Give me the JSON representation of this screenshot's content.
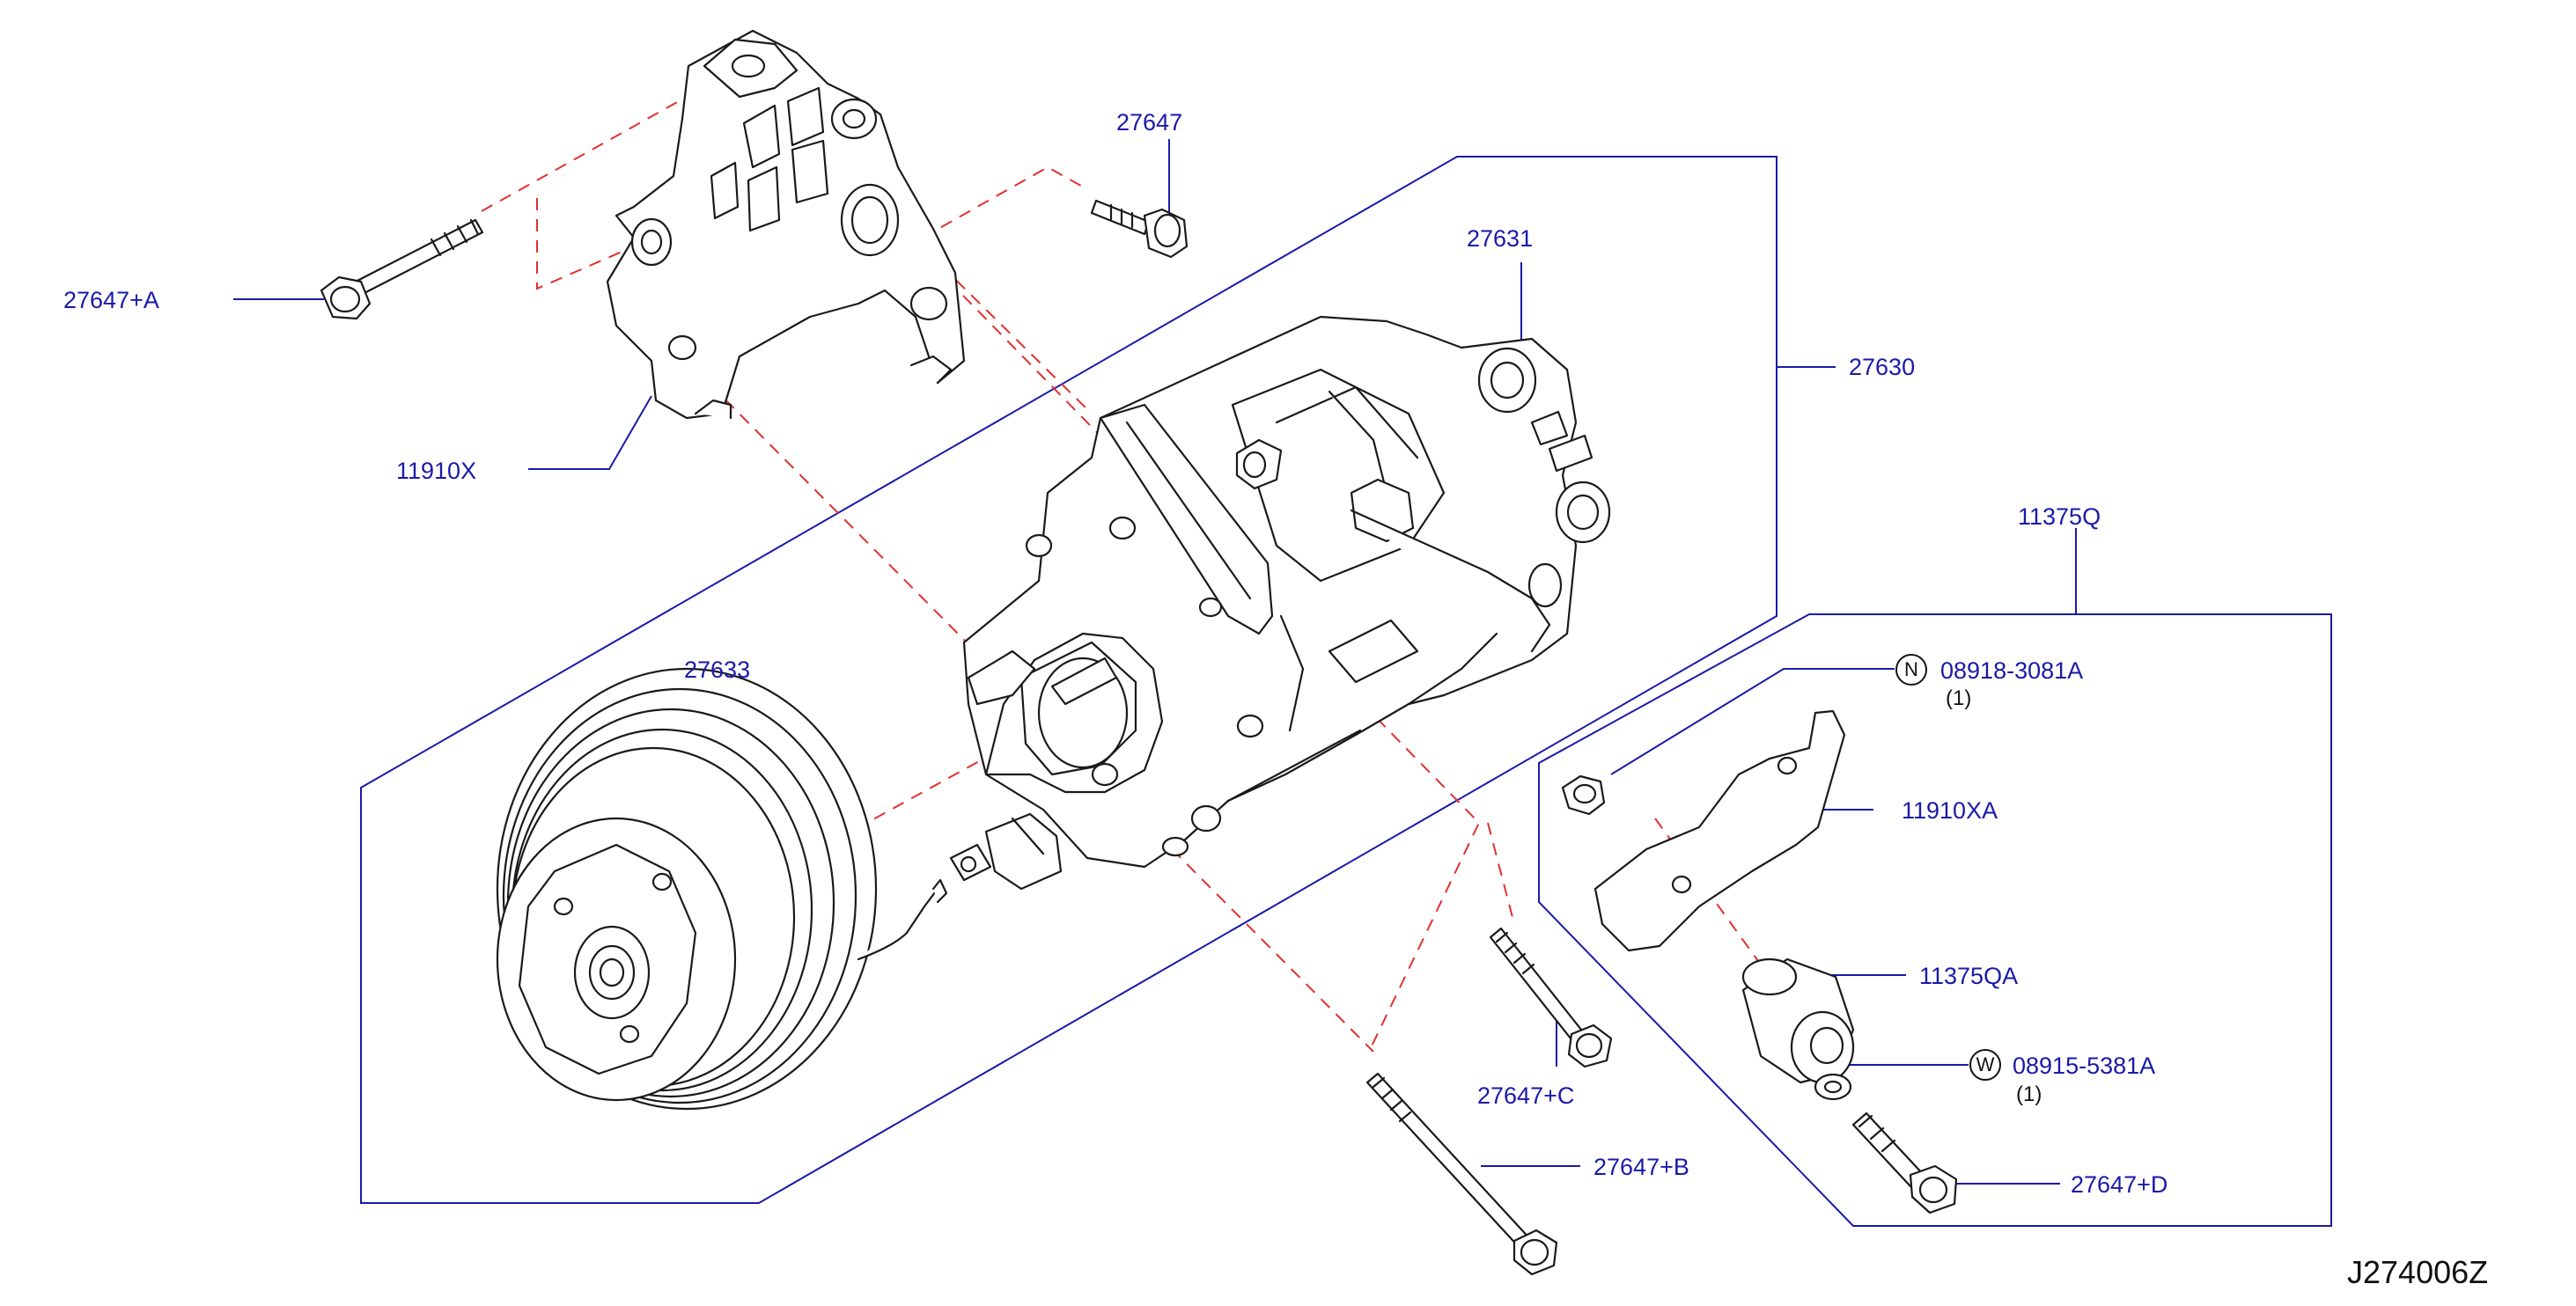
{
  "diagram": {
    "colors": {
      "leader": "#1a1aa8",
      "phantom": "#e03030",
      "outline": "#1a1a1a"
    },
    "labels": {
      "p27647": "27647",
      "p27647a": "27647+A",
      "p27631": "27631",
      "p27630": "27630",
      "p11910x": "11910X",
      "p11375q": "11375Q",
      "p27633": "27633",
      "p08918": "08918-3081A",
      "p08918_qty": "(1)",
      "p11910xa": "11910XA",
      "p11375qa": "11375QA",
      "p08915": "08915-5381A",
      "p08915_qty": "(1)",
      "p27647c": "27647+C",
      "p27647b": "27647+B",
      "p27647d": "27647+D"
    },
    "badges": {
      "nut": "N",
      "washer": "W"
    },
    "diagram_code": "J274006Z"
  }
}
